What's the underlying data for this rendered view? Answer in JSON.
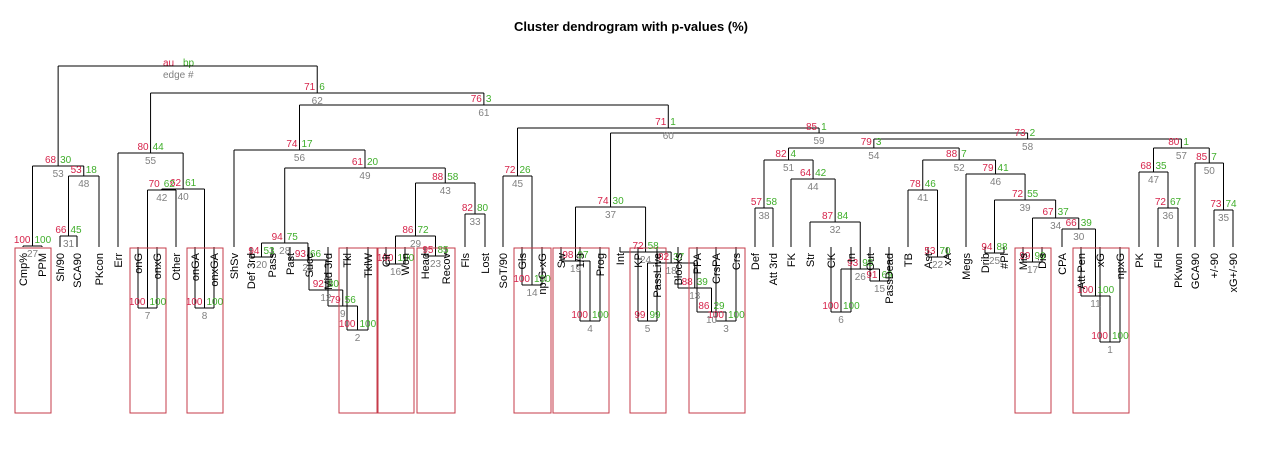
{
  "title": "Cluster dendrogram with p-values (%)",
  "legend": {
    "au": "au",
    "bp": "bp",
    "edge": "edge #"
  },
  "colors": {
    "au": "#d6234a",
    "bp": "#3fae2a",
    "edge": "#808080",
    "box": "#c63b4a"
  },
  "leaves": [
    "Cmp%",
    "PPM",
    "Sh/90",
    "SCA90",
    "PKcon",
    "Err",
    "onG",
    "onxG",
    "Other",
    "onGA",
    "onxGA",
    "ShSv",
    "Def 3rd",
    "Pass",
    "Past",
    "Succ",
    "Mid 3rd",
    "Tkl",
    "TklW",
    "Clr",
    "Won",
    "Head",
    "Recov",
    "Fls",
    "Lost",
    "SoT/90",
    "Gls",
    "np:G-xG",
    "Sw",
    "1/3",
    "Prog",
    "Int",
    "KP",
    "PassLive",
    "Blocks",
    "PPA",
    "CrsPA",
    "Crs",
    "Def",
    "Att 3rd",
    "FK",
    "Str",
    "CK",
    "In",
    "Out",
    "PassDead",
    "TB",
    "Ast",
    "xA",
    "Megs",
    "Drib",
    "#Pl",
    "Mis",
    "Dis",
    "CPA",
    "Att Pen",
    "xG",
    "npxG",
    "PK",
    "Fld",
    "PKwon",
    "GCA90",
    "+/-90",
    "xG+/-90"
  ],
  "edges": [
    {
      "au": "100",
      "bp": "100",
      "edge": "1"
    },
    {
      "au": "100",
      "bp": "100",
      "edge": "2"
    },
    {
      "au": "100",
      "bp": "100",
      "edge": "3"
    },
    {
      "au": "100",
      "bp": "100",
      "edge": "4"
    },
    {
      "au": "99",
      "bp": "99",
      "edge": "5"
    },
    {
      "au": "100",
      "bp": "100",
      "edge": "6"
    },
    {
      "au": "100",
      "bp": "100",
      "edge": "7"
    },
    {
      "au": "100",
      "bp": "100",
      "edge": "8"
    },
    {
      "au": "79",
      "bp": "56",
      "edge": "9"
    },
    {
      "au": "86",
      "bp": "29",
      "edge": "10"
    },
    {
      "au": "100",
      "bp": "100",
      "edge": "11"
    },
    {
      "au": "92",
      "bp": "80",
      "edge": "12"
    },
    {
      "au": "88",
      "bp": "39",
      "edge": "13"
    },
    {
      "au": "100",
      "bp": "100",
      "edge": "14"
    },
    {
      "au": "91",
      "bp": "69",
      "edge": "15"
    },
    {
      "au": "100",
      "bp": "100",
      "edge": "16"
    },
    {
      "au": "99",
      "bp": "99",
      "edge": "17"
    },
    {
      "au": "82",
      "bp": "37",
      "edge": "18"
    },
    {
      "au": "98",
      "bp": "97",
      "edge": "19"
    },
    {
      "au": "94",
      "bp": "53",
      "edge": "20"
    },
    {
      "au": "93",
      "bp": "66",
      "edge": "21"
    },
    {
      "au": "53",
      "bp": "70",
      "edge": "22"
    },
    {
      "au": "95",
      "bp": "85",
      "edge": "23"
    },
    {
      "au": "72",
      "bp": "58",
      "edge": "24"
    },
    {
      "au": "94",
      "bp": "88",
      "edge": "25"
    },
    {
      "au": "93",
      "bp": "95",
      "edge": "26"
    },
    {
      "au": "100",
      "bp": "100",
      "edge": "27"
    },
    {
      "au": "94",
      "bp": "75",
      "edge": "28"
    },
    {
      "au": "86",
      "bp": "72",
      "edge": "29"
    },
    {
      "au": "66",
      "bp": "39",
      "edge": "30"
    },
    {
      "au": "66",
      "bp": "45",
      "edge": "31"
    },
    {
      "au": "87",
      "bp": "84",
      "edge": "32"
    },
    {
      "au": "82",
      "bp": "80",
      "edge": "33"
    },
    {
      "au": "67",
      "bp": "37",
      "edge": "34"
    },
    {
      "au": "73",
      "bp": "74",
      "edge": "35"
    },
    {
      "au": "72",
      "bp": "67",
      "edge": "36"
    },
    {
      "au": "74",
      "bp": "30",
      "edge": "37"
    },
    {
      "au": "57",
      "bp": "58",
      "edge": "38"
    },
    {
      "au": "72",
      "bp": "55",
      "edge": "39"
    },
    {
      "au": "62",
      "bp": "61",
      "edge": "40"
    },
    {
      "au": "78",
      "bp": "46",
      "edge": "41"
    },
    {
      "au": "70",
      "bp": "62",
      "edge": "42"
    },
    {
      "au": "88",
      "bp": "58",
      "edge": "43"
    },
    {
      "au": "64",
      "bp": "42",
      "edge": "44"
    },
    {
      "au": "72",
      "bp": "26",
      "edge": "45"
    },
    {
      "au": "79",
      "bp": "41",
      "edge": "46"
    },
    {
      "au": "68",
      "bp": "35",
      "edge": "47"
    },
    {
      "au": "53",
      "bp": "18",
      "edge": "48"
    },
    {
      "au": "61",
      "bp": "20",
      "edge": "49"
    },
    {
      "au": "85",
      "bp": "7",
      "edge": "50"
    },
    {
      "au": "82",
      "bp": "4",
      "edge": "51"
    },
    {
      "au": "88",
      "bp": "7",
      "edge": "52"
    },
    {
      "au": "68",
      "bp": "30",
      "edge": "53"
    },
    {
      "au": "79",
      "bp": "3",
      "edge": "54"
    },
    {
      "au": "80",
      "bp": "44",
      "edge": "55"
    },
    {
      "au": "74",
      "bp": "17",
      "edge": "56"
    },
    {
      "au": "80",
      "bp": "1",
      "edge": "57"
    },
    {
      "au": "73",
      "bp": "2",
      "edge": "58"
    },
    {
      "au": "85",
      "bp": "1",
      "edge": "59"
    },
    {
      "au": "71",
      "bp": "1",
      "edge": "60"
    },
    {
      "au": "76",
      "bp": "3",
      "edge": "61"
    },
    {
      "au": "71",
      "bp": "6",
      "edge": "62"
    }
  ]
}
